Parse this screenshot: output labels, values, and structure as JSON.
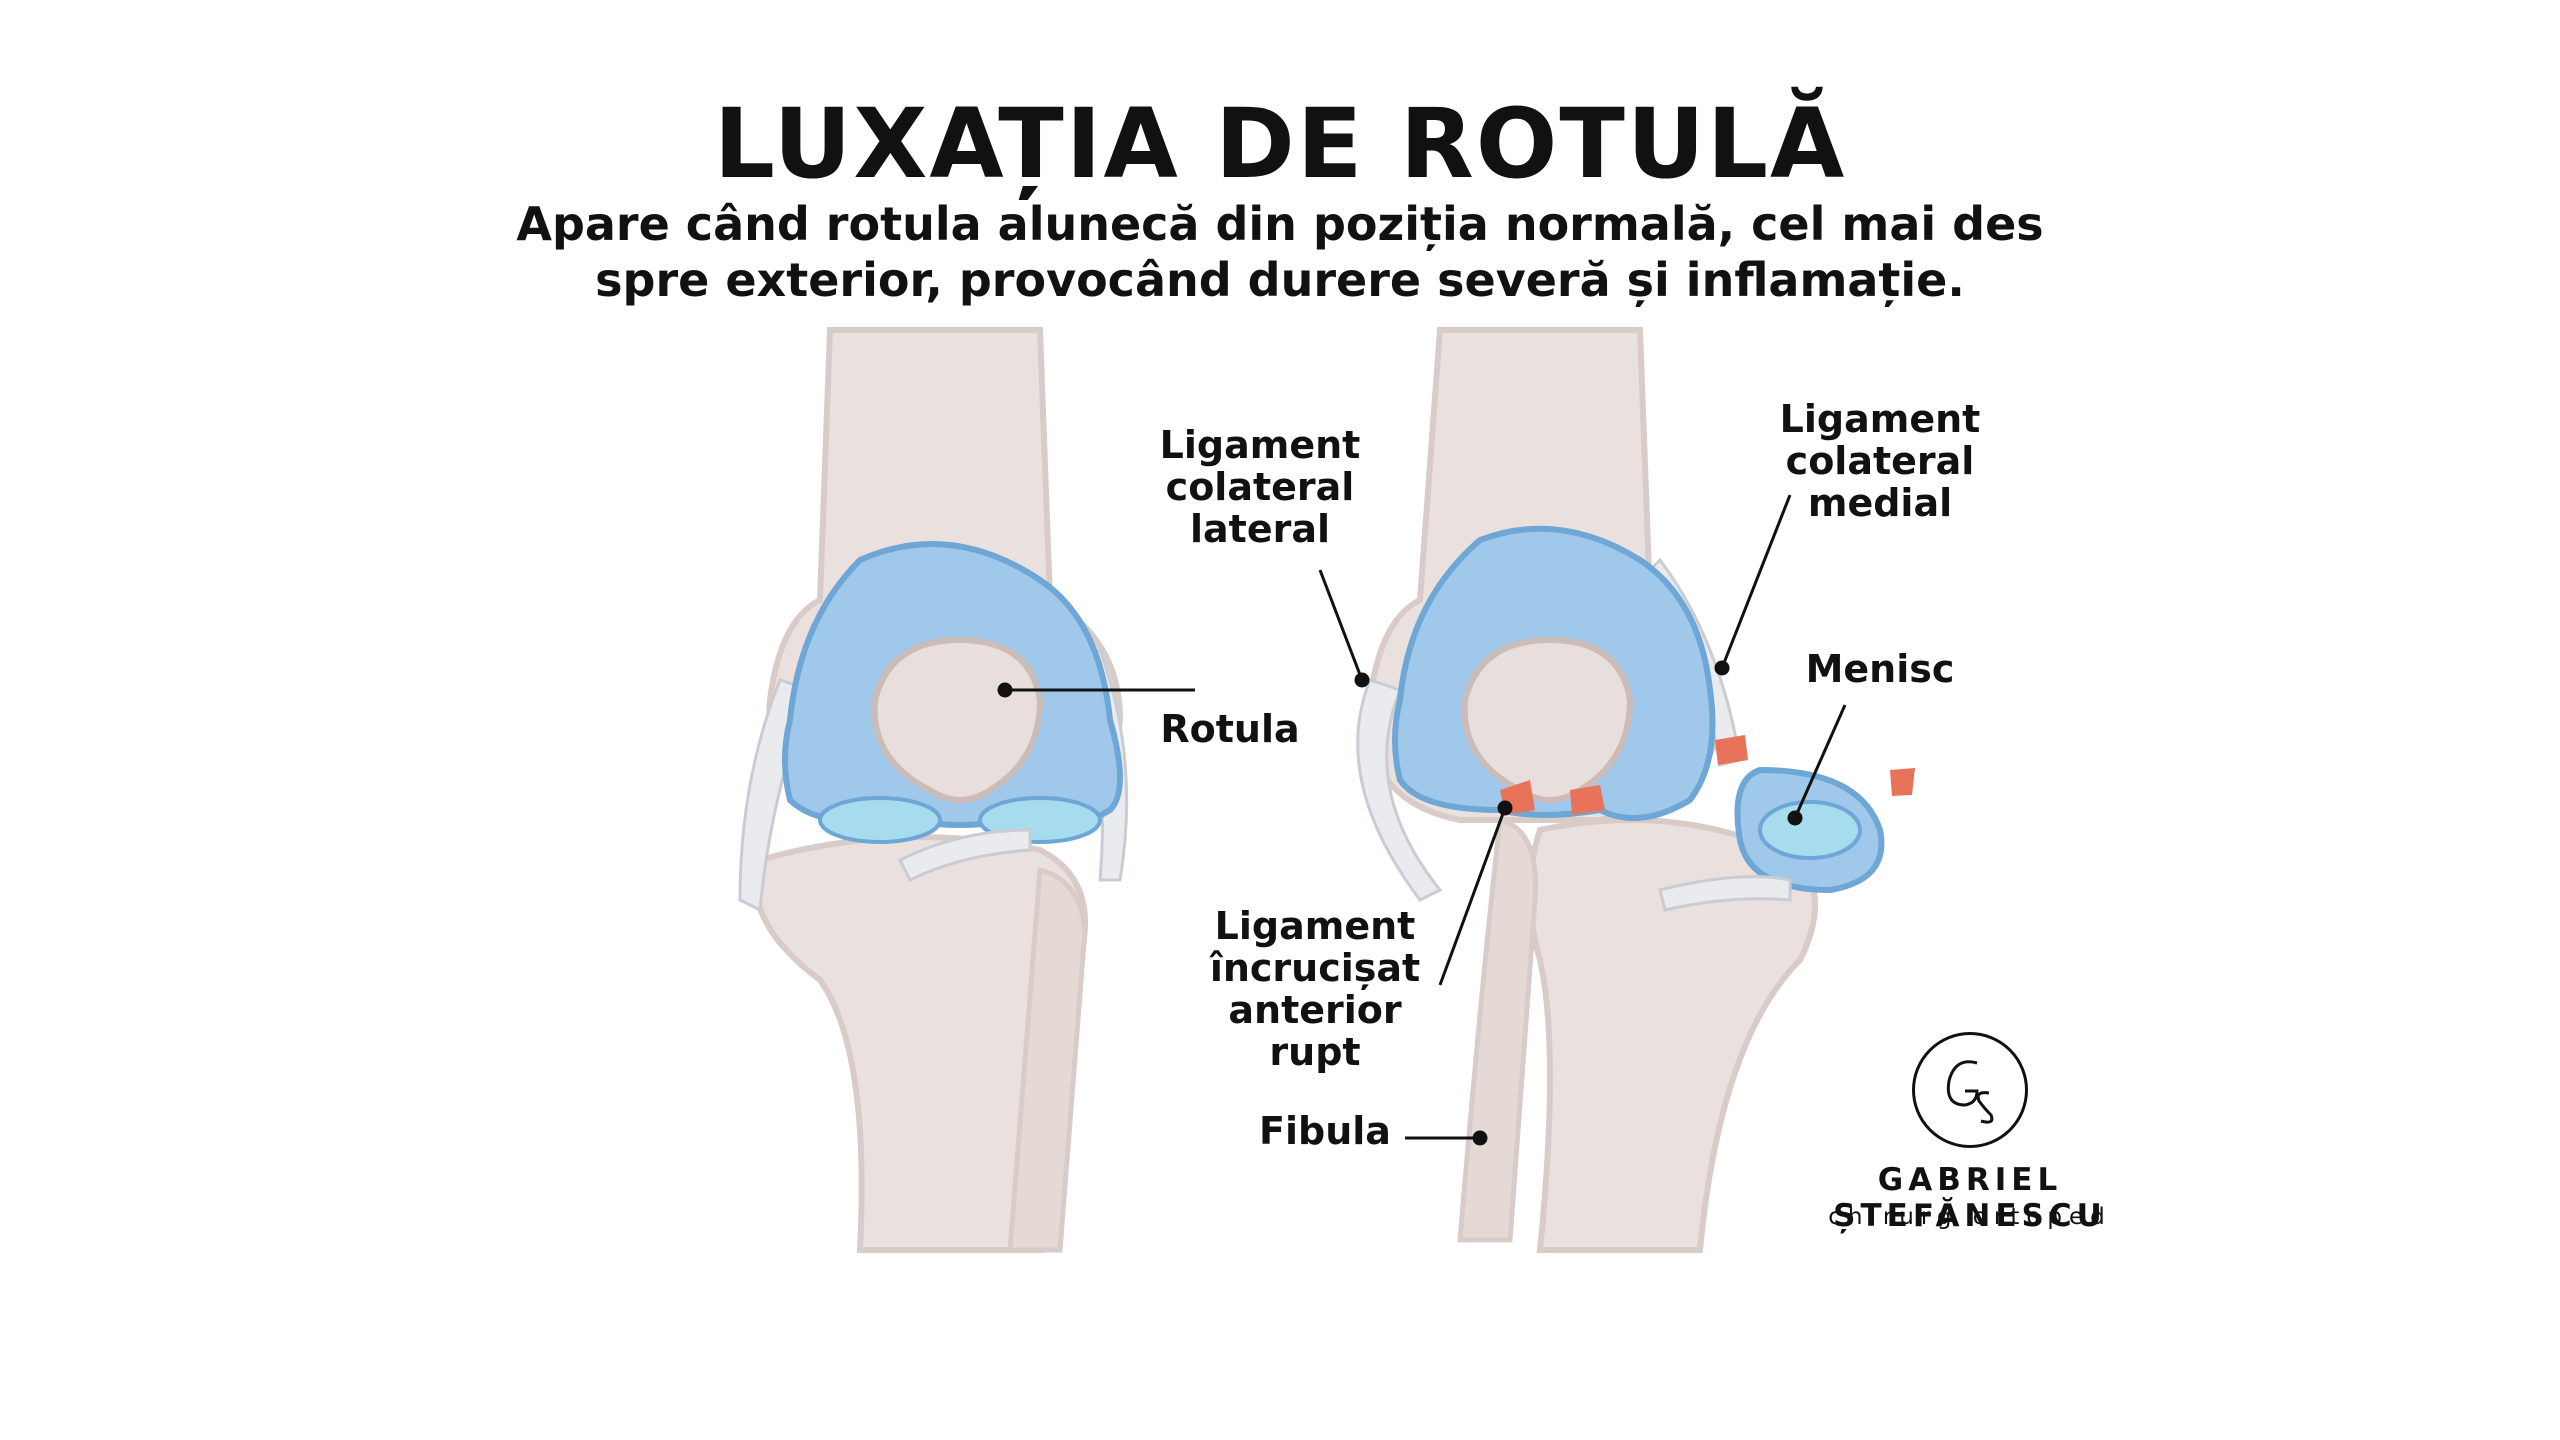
{
  "title": "LUXAȚIA DE ROTULĂ",
  "subtitle_lines": [
    "Apare când rotula alunecă din poziția normală, cel mai des",
    "spre exterior, provocând durere severă și inflamație."
  ],
  "labels": {
    "rotula": "Rotula",
    "lcl": [
      "Ligament",
      "colateral",
      "lateral"
    ],
    "mcl": [
      "Ligament",
      "colateral",
      "medial"
    ],
    "menisc": "Menisc",
    "acl": [
      "Ligament",
      "încrucișat",
      "anterior rupt"
    ],
    "fibula": "Fibula"
  },
  "branding": {
    "logo_monogram": "GS",
    "name": "GABRIEL ȘTEFĂNESCU",
    "role": "chirurg ortoped"
  },
  "colors": {
    "bone": "#eae1de",
    "bone_shade": "#d9ccc8",
    "cartilage": "#9fc8ea",
    "cartilage_dark": "#6ea6d6",
    "meniscus_inner": "#a7dcee",
    "ligament": "#e9ebee",
    "tear": "#e8735a",
    "text": "#111111"
  }
}
